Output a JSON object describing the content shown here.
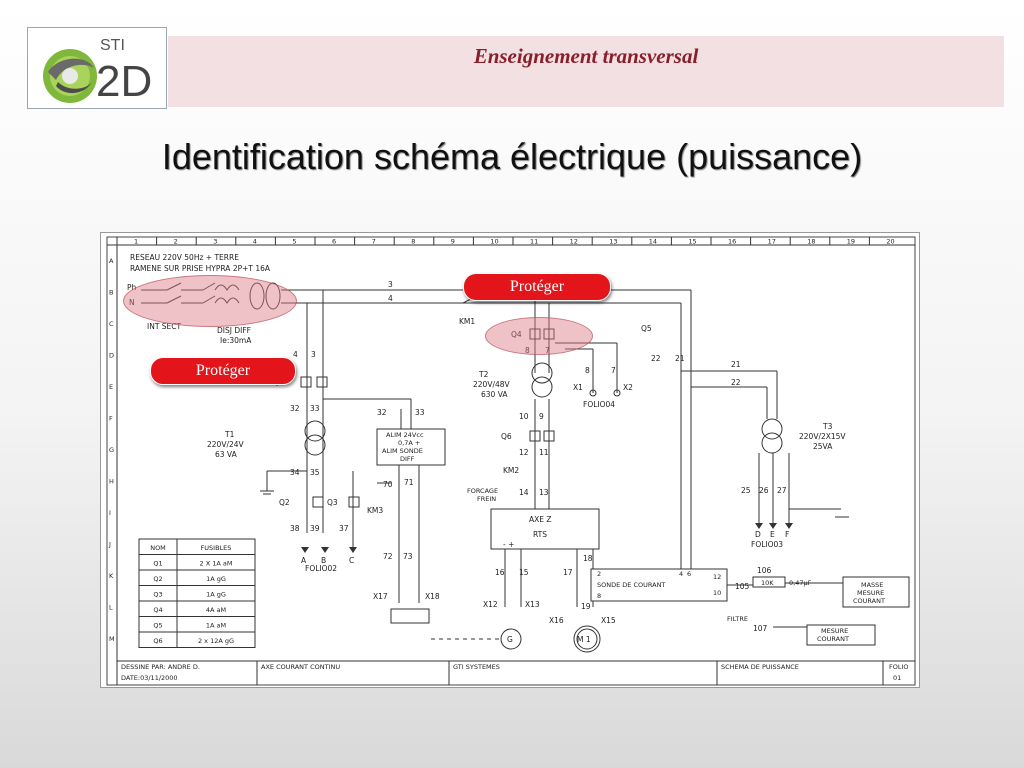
{
  "header": {
    "logo_text_top": "STI",
    "logo_text_main": "2D",
    "title": "Enseignement  transversal"
  },
  "slide_title": "Identification schéma électrique (puissance)",
  "callouts": [
    {
      "label": "Protéger"
    },
    {
      "label": "Protéger"
    }
  ],
  "schematic": {
    "column_numbers": [
      "1",
      "2",
      "3",
      "4",
      "5",
      "6",
      "7",
      "8",
      "9",
      "10",
      "11",
      "12",
      "13",
      "14",
      "15",
      "16",
      "17",
      "18",
      "19",
      "20"
    ],
    "row_letters": [
      "A",
      "B",
      "C",
      "D",
      "E",
      "F",
      "G",
      "H",
      "I",
      "J",
      "K",
      "L",
      "M"
    ],
    "network_line1": "RESEAU 220V 50Hz + TERRE",
    "network_line2": "RAMENE SUR PRISE HYPRA 2P+T 16A",
    "ph": "Ph",
    "n": "N",
    "int_sect": "INT SECT",
    "disj_diff": "DISJ DIFF",
    "disj_ie": "Ie:30mA",
    "km1": "KM1",
    "q1": "Q1",
    "q2": "Q2",
    "q3": "Q3",
    "q4": "Q4",
    "q5": "Q5",
    "q6": "Q6",
    "t1_name": "T1",
    "t1_v": "220V/24V",
    "t1_va": "63 VA",
    "t2_name": "T2",
    "t2_v": "220V/48V",
    "t2_va": "630 VA",
    "t3_name": "T3",
    "t3_v": "220V/2X15V",
    "t3_va": "25VA",
    "alim_l1": "ALIM 24Vcc",
    "alim_l2": "0,7A +",
    "alim_l3": "ALIM SONDE",
    "alim_l4": "DIFF",
    "km2": "KM2",
    "km3": "KM3",
    "forcage": "FORCAGE",
    "frein": "FREIN",
    "axe_z": "AXE Z",
    "rts": "RTS",
    "sonde": "SONDE DE COURANT",
    "masse_l1": "MASSE",
    "masse_l2": "MESURE",
    "masse_l3": "COURANT",
    "mesure_l1": "MESURE",
    "mesure_l2": "COURANT",
    "filtre": "FILTRE",
    "r10k": "10K",
    "c047": "0,47µF",
    "folio04": "FOLIO04",
    "folio02": "FOLIO02",
    "folio03": "FOLIO03",
    "m1": "M 1",
    "g": "G",
    "abc": [
      "A",
      "B",
      "C"
    ],
    "def": [
      "D",
      "E",
      "F"
    ],
    "wire_numbers": {
      "w3": "3",
      "w4": "4",
      "w4b": "4",
      "w3b": "3",
      "w32": "32",
      "w33": "33",
      "w32b": "32",
      "w33b": "33",
      "w34": "34",
      "w35": "35",
      "w38": "38",
      "w39": "39",
      "w37": "37",
      "w70": "70",
      "w71": "71",
      "w72": "72",
      "w73": "73",
      "w8": "8",
      "w7": "7",
      "w8b": "8",
      "w7b": "7",
      "w10": "10",
      "w9": "9",
      "w12": "12",
      "w11": "11",
      "w14": "14",
      "w13": "13",
      "w16": "16",
      "w15": "15",
      "w17": "17",
      "w18": "18",
      "w19": "19",
      "w22": "22",
      "w21": "21",
      "w21b": "21",
      "w22b": "22",
      "w25": "25",
      "w26": "26",
      "w27": "27",
      "w105": "105",
      "w106": "106",
      "w107": "107",
      "b2": "2",
      "b4": "4",
      "b6": "6",
      "b8": "8",
      "b10": "10",
      "b12": "12",
      "x1": "X1",
      "x2": "X2",
      "x12": "X12",
      "x13": "X13",
      "x15": "X15",
      "x16": "X16",
      "x17": "X17",
      "x18": "X18"
    },
    "fuse_table": {
      "headers": [
        "NOM",
        "FUSIBLES"
      ],
      "rows": [
        [
          "Q1",
          "2 X 1A aM"
        ],
        [
          "Q2",
          "1A gG"
        ],
        [
          "Q3",
          "1A gG"
        ],
        [
          "Q4",
          "4A aM"
        ],
        [
          "Q5",
          "1A aM"
        ],
        [
          "Q6",
          "2 x 12A gG"
        ]
      ]
    },
    "cartouche": {
      "dessine": "DESSINE PAR: ANDRE D.",
      "date": "DATE:03/11/2000",
      "axe": "AXE COURANT CONTINU",
      "gti": "GTI SYSTEMES",
      "schema": "SCHEMA DE PUISSANCE",
      "folio_label": "FOLIO",
      "folio_num": "01"
    }
  }
}
